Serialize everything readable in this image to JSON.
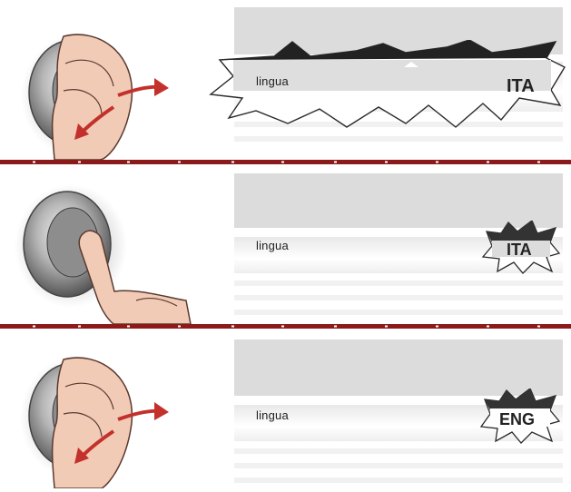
{
  "panels": [
    {
      "step": "rotate",
      "label": "lingua",
      "value": "ITA",
      "callout": "large burst"
    },
    {
      "step": "press",
      "label": "lingua",
      "value": "ITA",
      "callout": "small burst"
    },
    {
      "step": "rotate",
      "label": "lingua",
      "value": "ENG",
      "callout": "small burst"
    }
  ],
  "colors": {
    "divider": "#8b1a1a",
    "arrow": "#c4302b",
    "screen_top": "#dcdcdc",
    "hand": "#f0c9b4",
    "knob": "#9a9a9a"
  },
  "icons": [
    "rotary-knob-icon",
    "hand-rotate-icon",
    "finger-press-icon",
    "rotate-arrow-icon"
  ]
}
